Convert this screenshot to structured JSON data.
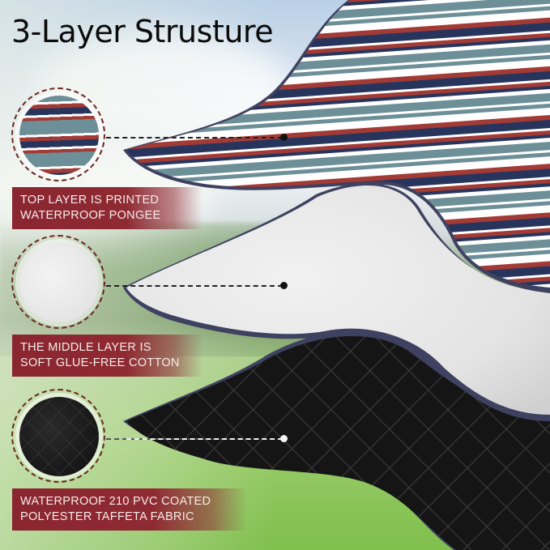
{
  "title": "3-Layer Strusture",
  "layers": [
    {
      "name": "top",
      "label_lines": [
        "TOP LAYER IS PRINTED",
        "WATERPROOF PONGEE"
      ],
      "swatch": "striped-fabric",
      "colors": {
        "teal": "#6d8f97",
        "navy": "#27355d",
        "red": "#a23b35",
        "white": "#ffffff"
      }
    },
    {
      "name": "middle",
      "label_lines": [
        "THE MIDDLE LAYER IS",
        "SOFT GLUE-FREE COTTON"
      ],
      "swatch": "white-cotton",
      "colors": {
        "cotton": "#e6e6e6"
      }
    },
    {
      "name": "bottom",
      "label_lines": [
        "WATERPROOF 210 PVC COATED",
        "POLYESTER TAFFETA FABRIC"
      ],
      "swatch": "black-quilted",
      "colors": {
        "black": "#141414"
      }
    }
  ],
  "colors": {
    "label_bg": "#8a2630",
    "label_text": "#f5ece9",
    "edge_binding": "#3e4160",
    "ring": "#6b2a22"
  }
}
